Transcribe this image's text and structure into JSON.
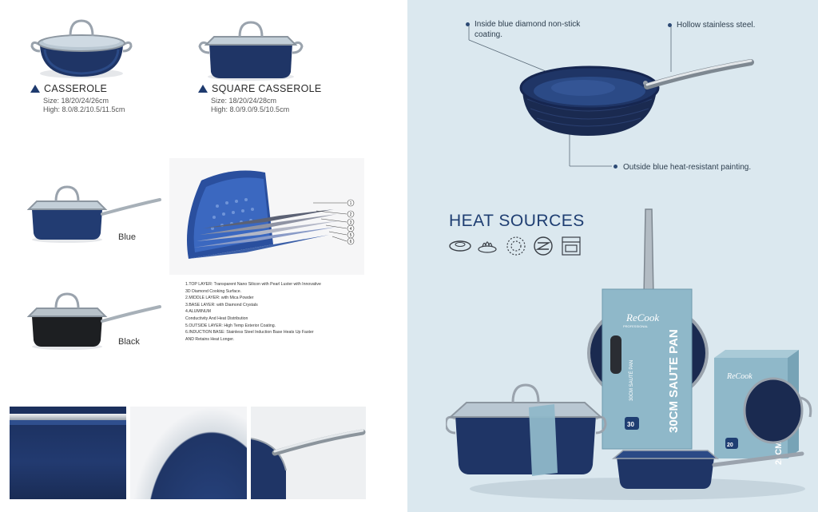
{
  "products": [
    {
      "title": "CASSEROLE",
      "size": "Size: 18/20/24/26cm",
      "high": "High: 8.0/8.2/10.5/11.5cm"
    },
    {
      "title": "SQUARE CASSEROLE",
      "size": "Size: 18/20/24/28cm",
      "high": "High: 8.0/9.0/9.5/10.5cm"
    }
  ],
  "color_labels": {
    "blue": "Blue",
    "black": "Black"
  },
  "layer_numbers": [
    "1",
    "2",
    "3",
    "4",
    "5",
    "6"
  ],
  "layers": [
    "1.TOP LAYER: Transparent Nano Silicon with Pearl Luster with Innovative",
    "3D Diamond Cooking Surface.",
    "2.MIDDLE LAYER: with Mica Powder",
    "3.BASE LAYER: with Diamond Crystals",
    "4.ALUMINUM",
    "Conductivity And Heat Distribution",
    "5.OUTSIDE LAYER: High Temp Exterior Coating.",
    "6.INDUCTION BASE: Stainless Steel Induction Base Heats Up Faster",
    "AND Retains Heat Longer."
  ],
  "callouts": {
    "inside": [
      "Inside  blue diamond non-stick",
      "coating."
    ],
    "handle": "Hollow stainless steel.",
    "outside": "Outside blue heat-resistant painting."
  },
  "heat_sources": {
    "title": "HEAT SOURCES",
    "icons": [
      "electric-plate-icon",
      "gas-burner-icon",
      "halogen-icon",
      "induction-icon",
      "oven-icon"
    ]
  },
  "packaging": {
    "brand": "ReCook",
    "brand_sub": "PROFESSIONAL",
    "pan_box": "30CM SAUTE PAN",
    "pan_box_side": "30CM SAUTÉ PAN",
    "pan_size_badge": "30",
    "pot_box": "20CM SAUCE POT",
    "pot_size_badge": "20"
  },
  "colors": {
    "pan_blue": "#1f3566",
    "navy": "#1f3e72",
    "panel_bg": "#dbe8ef",
    "box_blue": "#8fb8c9"
  }
}
